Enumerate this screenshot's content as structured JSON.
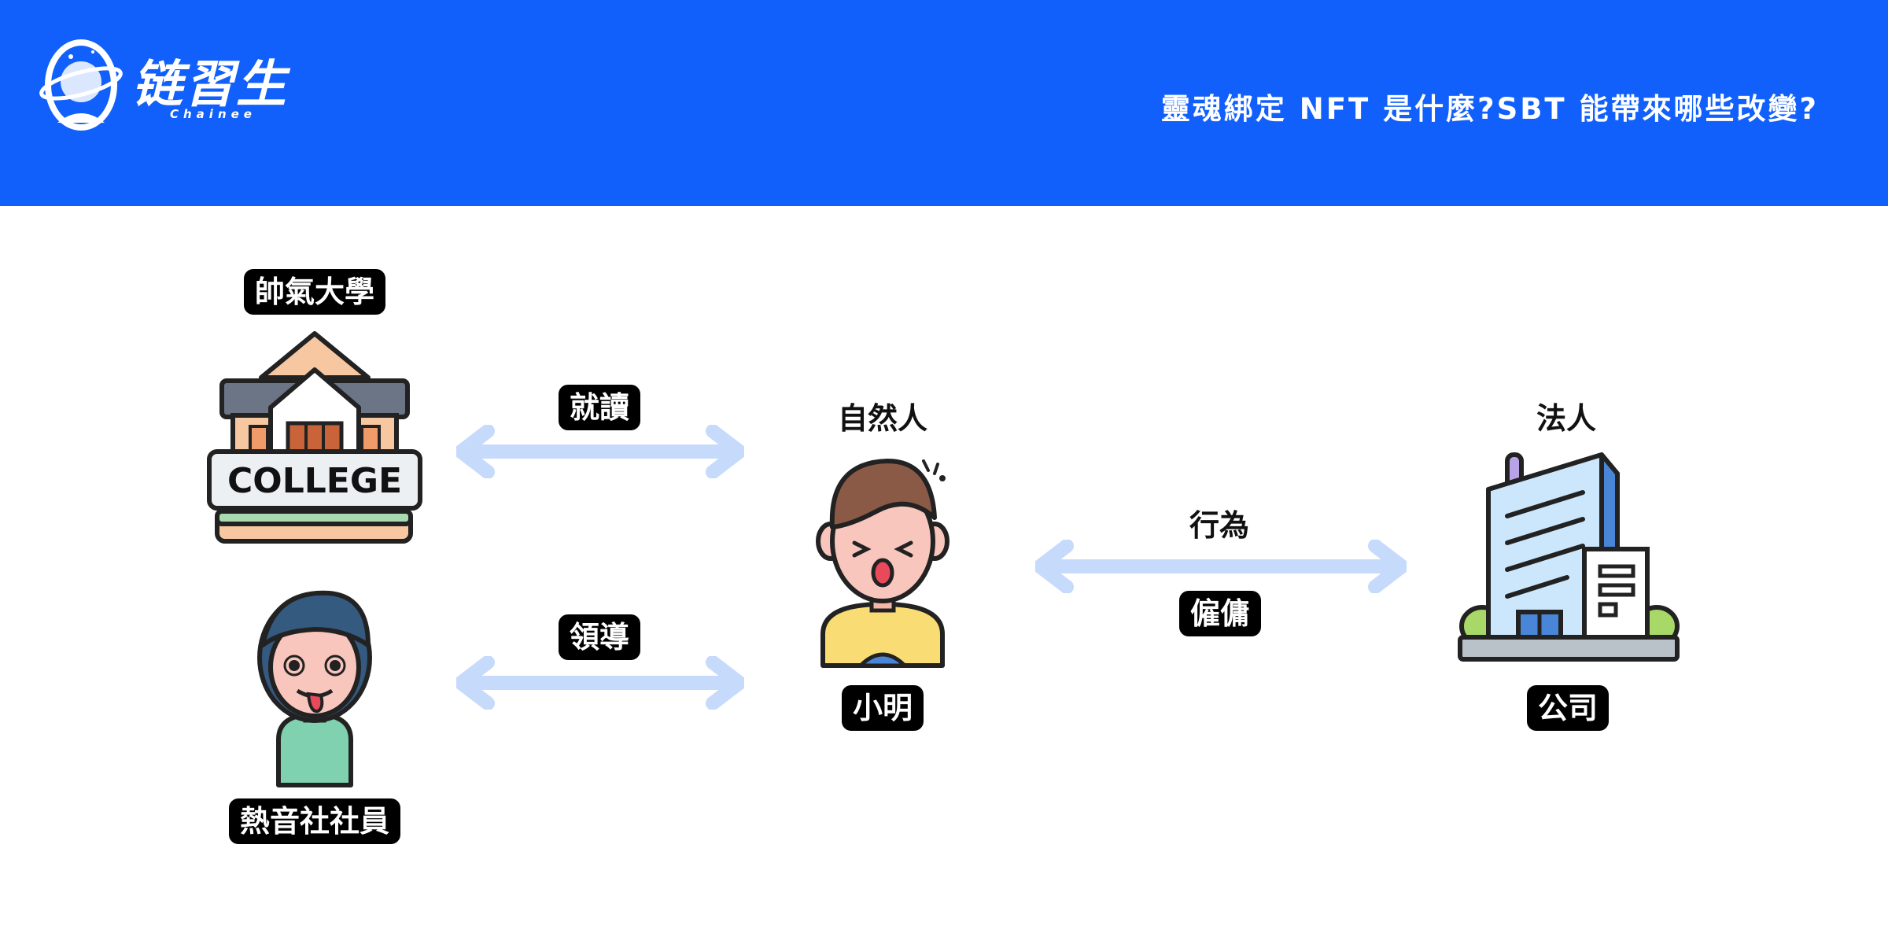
{
  "header": {
    "logo_text": "链習生",
    "logo_sub": "Chainee",
    "title": "靈魂綁定 NFT 是什麼?SBT 能帶來哪些改變?"
  },
  "diagram": {
    "university_label": "帥氣大學",
    "college_sign": "COLLEGE",
    "club_member_label": "熱音社社員",
    "study_label": "就讀",
    "lead_label": "領導",
    "natural_person_label": "自然人",
    "xiaoming_label": "小明",
    "act_label": "行為",
    "employ_label": "僱傭",
    "legal_person_label": "法人",
    "company_label": "公司"
  },
  "colors": {
    "header_bg": "#1160fb",
    "arrow": "#c6dafc",
    "pill_bg": "#000000"
  }
}
